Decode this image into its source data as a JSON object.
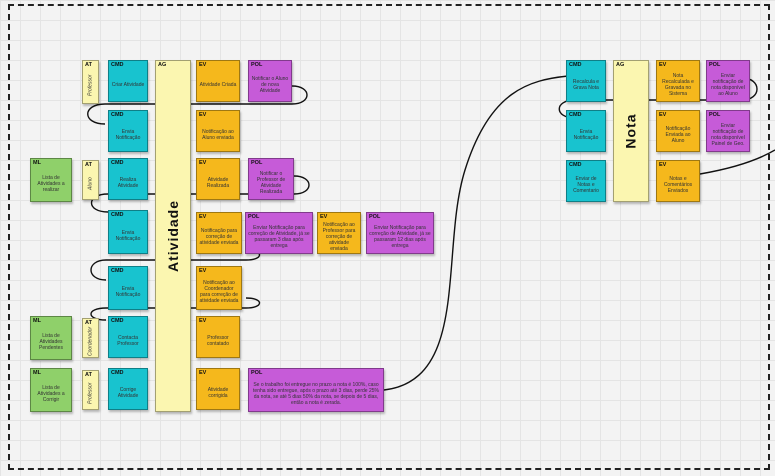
{
  "tags": {
    "cmd": "CMD",
    "ev": "EV",
    "pol": "POL",
    "ml": "ML",
    "at": "AT",
    "ag": "AG"
  },
  "aggregates": {
    "atividade": "Atividade",
    "nota": "Nota"
  },
  "actors": {
    "professor_1": "Professor",
    "aluno": "Aluno",
    "coordenador": "Coordenador",
    "professor_2": "Professor"
  },
  "read_models": {
    "ml_1": "Lista de Atividades a realizar",
    "ml_2": "Lista de Atividades Pendentes",
    "ml_3": "Lista de Atividades a Corrigir"
  },
  "commands": {
    "criar_atividade": "Criar Atividade",
    "envia_notificacao_1": "Envia Notificação",
    "realiza_atividade": "Realiza Atividade",
    "envia_notificacao_2": "Envia Notificação",
    "envia_notificacao_3": "Envia Notificação",
    "contacta_professor": "Contacta Professor",
    "corrige_atividade": "Corrige Atividade",
    "recalcula_grava_nota": "Recalcula e Grava Nota",
    "envia_notificacao_nota": "Envia Notificação",
    "enviar_notas_comentario": "Enviar de Notas e Comentario"
  },
  "events": {
    "atividade_criada": "Atividade Criada",
    "notificacao_aluno_enviada": "Notificação ao Aluno enviada",
    "atividade_realizada": "Atividade Realizada",
    "notificacao_correcao_enviada": "Notificação para correção de atividade enviada",
    "notificacao_professor_enviada": "Notificação ao Professor para correção de atividade enviada",
    "notificacao_coordenador": "Notificação ao Coordenador para correção de atividade enviada",
    "professor_contatado": "Professor contatado",
    "atividade_corrigida": "Atividade corrigida",
    "nota_recalculada": "Nota Recalculada e Gravada no Sistema",
    "notificacao_enviada_aluno": "Notificação Enviada ao Aluno",
    "notas_comentarios_enviados": "Notas e Comentários Enviados"
  },
  "policies": {
    "notificar_aluno": "Notificar o Aluno de nova Atividade",
    "notificar_professor": "Notificar o Professor de Atividade Realizada",
    "enviar_notif_3dias": "Enviar Notificação para correção de Atividade, já se passaram 3 dias após entrega",
    "enviar_notif_12dias": "Enviar Notificação para correção de Atividade, já se passaram 12 dias após entrega",
    "regra_nota": "Se o trabalho foi entregue no prazo a nota é 100%, caso tenha sido entregue, após o prazo até 3 dias, perde 25% da nota, se até 5 dias 50% da nota, se depois de 5 dias, então a nota é zerada.",
    "enviar_notif_nota_aluno": "Enviar notificação de nota disponível ao Aluno",
    "enviar_notif_nota_pais": "Enviar notificação de nota disponível Painel de Geo."
  }
}
